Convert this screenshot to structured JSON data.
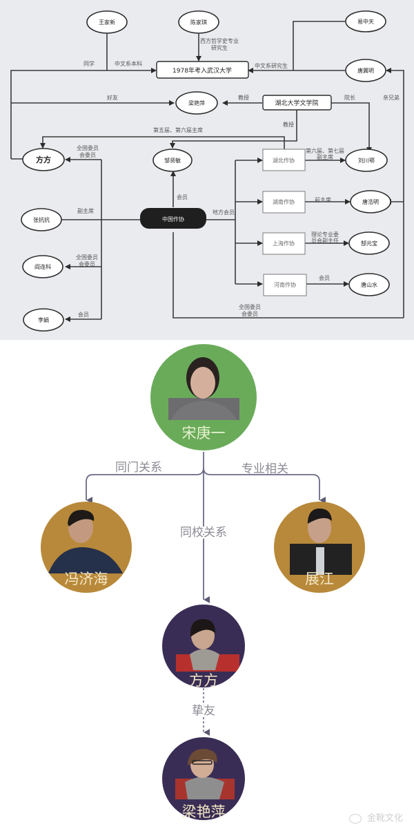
{
  "diagram_top": {
    "nodes": {
      "wang_jiaxin": "王家新",
      "chen_jiaqi": "陈家琪",
      "yi_zhongtian": "易中天",
      "whu_1978": "1978年考入武汉大学",
      "tang_yiming": "唐翼明",
      "liang_yanping": "梁艳萍",
      "hubei_univ_lit": "湖北大学文学院",
      "fang_fang": "方方",
      "zou_xianmin": "邹贤敏",
      "hubei_writers": "湖北作协",
      "liu_chuane": "刘川鄂",
      "zhang_kangkang": "张抗抗",
      "china_writers": "中国作协",
      "hunan_writers": "湖南作协",
      "tang_haoming": "唐浩明",
      "yan_lianke": "阎连科",
      "shanghai_writers": "上海作协",
      "gao_yuanbao": "郜元宝",
      "li_juan": "李娟",
      "henan_writers": "河南作协",
      "tang_shanshui": "唐山水"
    },
    "edge_labels": {
      "classmate": "同学",
      "chinese_undergrad": "中文系本科",
      "western_philosophy_1": "西方哲学史专业",
      "western_philosophy_2": "研究生",
      "chinese_grad": "中文系研究生",
      "friend": "好友",
      "professor_1": "教授",
      "dean": "院长",
      "brothers": "亲兄弟",
      "professor_2": "教授",
      "chair_5_6": "第五届、第六届主席",
      "national_committee_1a": "全国委员",
      "national_committee_1b": "会委员",
      "vice_chair_6_7a": "第六届、第七届",
      "vice_chair_6_7b": "副主席",
      "member_1": "会员",
      "vice_chair": "副主席",
      "local_member": "地方会员",
      "former_chair": "前主席",
      "theory_a": "理论专业委",
      "theory_b": "员会副主任",
      "national_committee_2a": "全国委员",
      "national_committee_2b": "会委员",
      "member_2": "会员",
      "member_3": "会员",
      "national_committee_3a": "全国委员",
      "national_committee_3b": "会委员"
    }
  },
  "diagram_bottom": {
    "center": {
      "name": "宋庚一",
      "color": "#6aab5a"
    },
    "left": {
      "name": "冯济海",
      "color": "#b8893a",
      "relation": "同门关系"
    },
    "right": {
      "name": "展江",
      "color": "#b8893a",
      "relation": "专业相关"
    },
    "middle": {
      "name": "方方",
      "color": "#3a2d55",
      "relation": "同校关系"
    },
    "bottom": {
      "name": "梁艳萍",
      "color": "#3a2d55",
      "relation": "挚友"
    }
  },
  "watermark": {
    "icon": "wechat-icon",
    "text": "金靴文化"
  }
}
